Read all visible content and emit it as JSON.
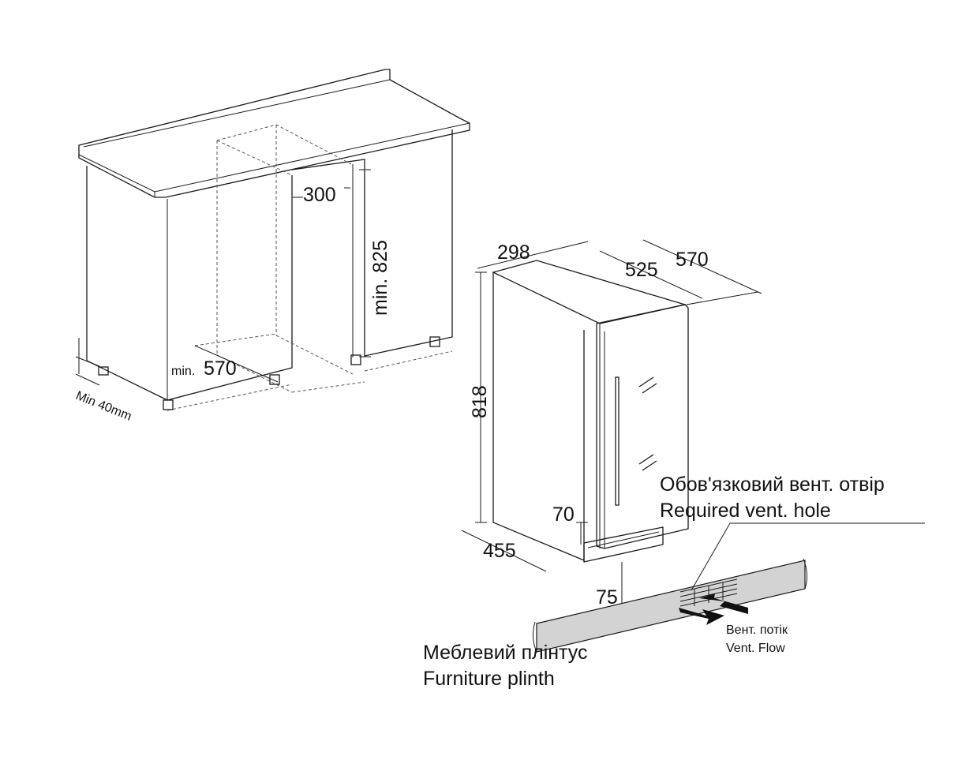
{
  "cabinet": {
    "dim_opening_height": "min. 825",
    "dim_recess": "300",
    "dim_depth_prefix": "min.",
    "dim_depth_value": "570",
    "dim_plinth_min": "Min 40mm"
  },
  "appliance": {
    "dim_width": "298",
    "dim_depth_body": "525",
    "dim_depth_total": "570",
    "dim_height": "818",
    "dim_vent_height": "70",
    "dim_plinth_depth": "455",
    "dim_plinth_height": "75"
  },
  "vent_hole": {
    "label_uk": "Обов'язковий вент. отвір",
    "label_en": "Required vent. hole"
  },
  "vent_flow": {
    "label_uk": "Вент. потік",
    "label_en": "Vent. Flow"
  },
  "plinth": {
    "label_uk": "Меблевий плінтус",
    "label_en": "Furniture plinth"
  },
  "colors": {
    "line": "#1a1a1a",
    "plinth_fill": "#d3d3d3",
    "background": "#ffffff"
  }
}
